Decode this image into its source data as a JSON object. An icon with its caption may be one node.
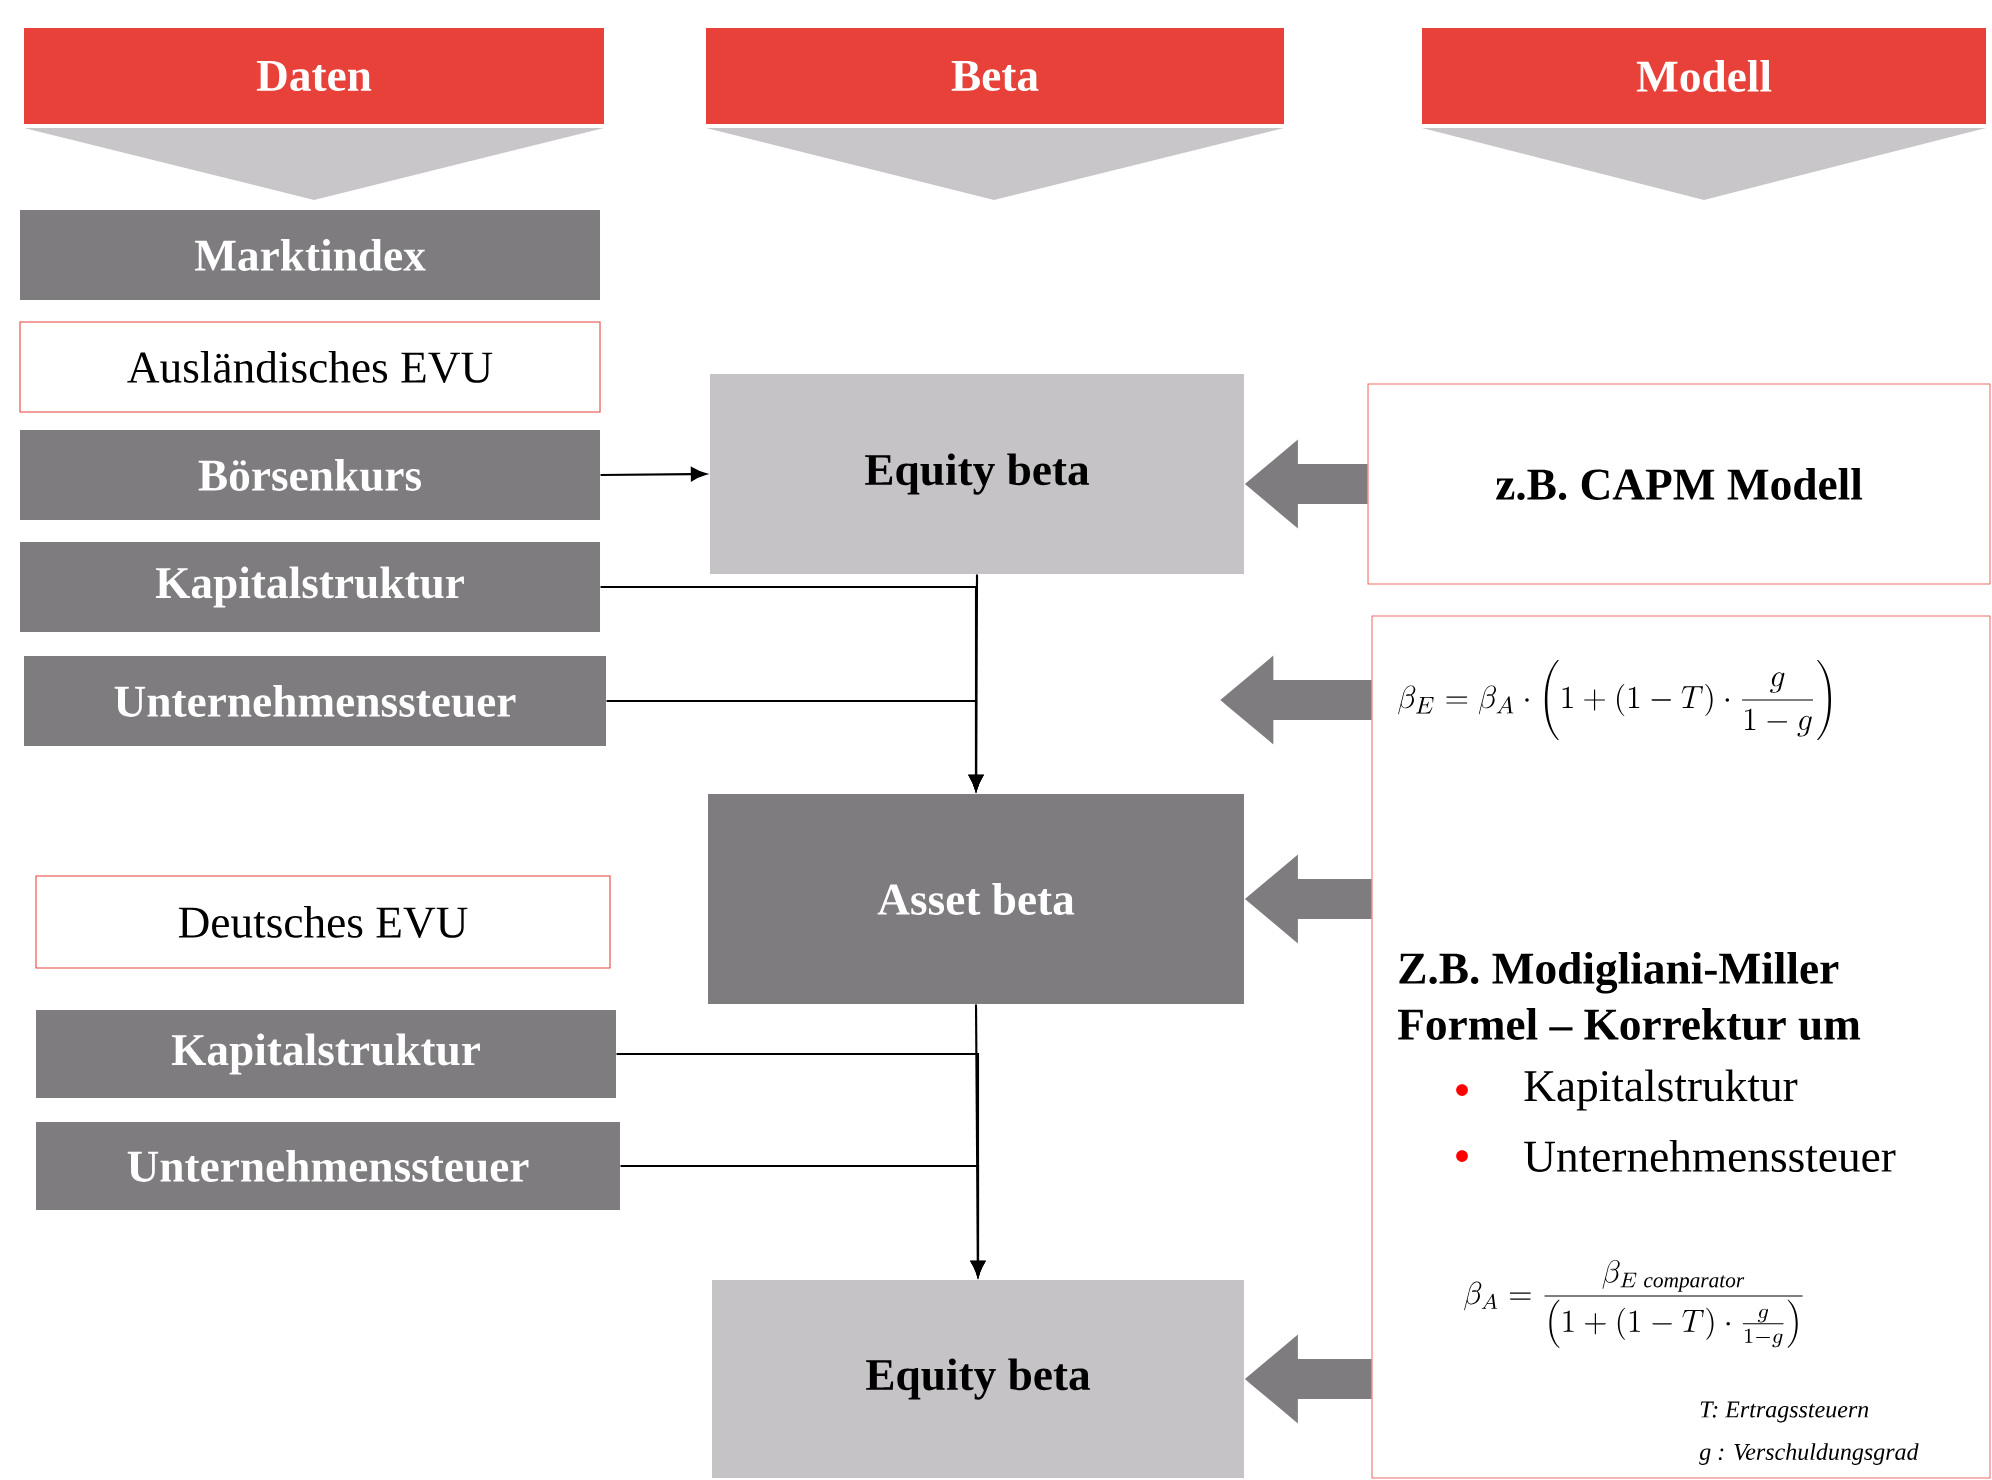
{
  "diagram": {
    "nodes": [
      {
        "text": [
          "Daten"
        ]
      },
      {
        "text": [
          "Beta"
        ]
      },
      {
        "text": [
          "Modell"
        ]
      },
      {
        "text": [
          "Marktindex"
        ]
      },
      {
        "text": [
          "Ausländisches EVU"
        ]
      },
      {
        "text": [
          "Börsenkurs"
        ]
      },
      {
        "text": [
          "Kapitalstruktur"
        ]
      },
      {
        "text": [
          "Unternehmenssteuer"
        ]
      },
      {
        "text": [
          "Equity beta"
        ]
      },
      {
        "text": [
          "Asset beta"
        ]
      },
      {
        "text": [
          "Deutsches EVU"
        ]
      },
      {
        "text": [
          "Kapitalstruktur"
        ]
      },
      {
        "text": [
          "Unternehmenssteuer"
        ]
      },
      {
        "text": [
          "Equity beta"
        ]
      },
      {
        "text": [
          "z.B. CAPM Modell"
        ]
      },
      {
        "text": [
          "\\beta_E = \\beta_A \\cdot \\left(1+(1-T)\\cdot\\frac{g}{1-g}\\right)",
          "Z.B. Modigliani-Miller Formel – Korrektur um",
          "Kapitalstruktur",
          "Unternehmenssteuer",
          "\\beta_A = \\frac{\\beta_{E\\;\\mathit{comparator}}}{\\left(1+(1-T)\\cdot\\frac{g}{1-g}\\right)}",
          "T: Ertragssteuern",
          "g : Verschuldungsgrad"
        ]
      }
    ],
    "edges": [
      {
        "from": 5,
        "to": 8,
        "arrow": "to"
      },
      {
        "from": 6,
        "to": 9,
        "arrow": "to"
      },
      {
        "from": 7,
        "to": 9,
        "arrow": "to"
      },
      {
        "from": 8,
        "to": 9,
        "arrow": "to"
      },
      {
        "from": 11,
        "to": 13,
        "arrow": "to"
      },
      {
        "from": 12,
        "to": 13,
        "arrow": "to"
      },
      {
        "from": 9,
        "to": 13,
        "arrow": "to"
      },
      {
        "from": 14,
        "to": 8,
        "arrow": "to",
        "style": "thick",
        "color": "#7f7c80"
      },
      {
        "from": 15,
        "to": null,
        "arrow": "to",
        "style": "thick",
        "color": "#7f7c80"
      },
      {
        "from": 15,
        "to": 9,
        "arrow": "to",
        "style": "thick",
        "color": "#7f7c80"
      },
      {
        "from": 15,
        "to": 13,
        "arrow": "to",
        "style": "thick",
        "color": "#7f7c80"
      }
    ]
  }
}
